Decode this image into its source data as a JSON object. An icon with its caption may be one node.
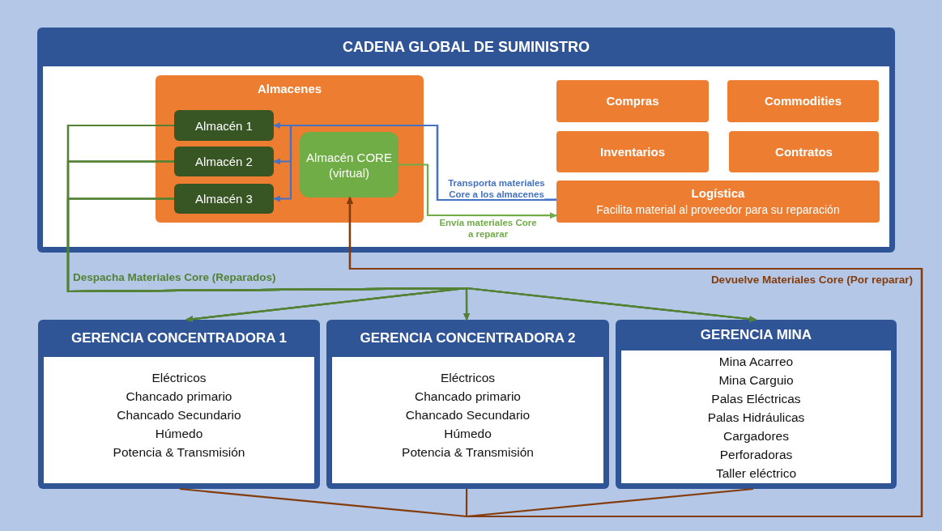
{
  "diagram": {
    "nodes": [
      {
        "text": [
          "CADENA GLOBAL DE SUMINISTRO"
        ]
      },
      {
        "text": [
          "Almacenes"
        ],
        "in": 0
      },
      {
        "text": [
          "Almacén 1"
        ],
        "in": 1
      },
      {
        "text": [
          "Almacén 2"
        ],
        "in": 1
      },
      {
        "text": [
          "Almacén 3"
        ],
        "in": 1
      },
      {
        "text": [
          "Almacén CORE (virtual)"
        ],
        "in": 1
      },
      {
        "text": [
          "Compras"
        ],
        "in": 0
      },
      {
        "text": [
          "Commodities"
        ],
        "in": 0
      },
      {
        "text": [
          "Inventarios"
        ],
        "in": 0
      },
      {
        "text": [
          "Contratos"
        ],
        "in": 0
      },
      {
        "text": [
          "Logística",
          "Facilita material al proveedor para su reparación"
        ],
        "in": 0
      },
      {
        "text": [
          "GERENCIA CONCENTRADORA 1",
          "Eléctricos",
          "Chancado primario",
          "Chancado Secundario",
          "Húmedo",
          "Potencia & Transmisión"
        ]
      },
      {
        "text": [
          "GERENCIA CONCENTRADORA 2",
          "Eléctricos",
          "Chancado primario",
          "Chancado Secundario",
          "Húmedo",
          "Potencia & Transmisión"
        ]
      },
      {
        "text": [
          "GERENCIA MINA",
          "Mina Acarreo",
          "Mina Carguio",
          "Palas Eléctricas",
          "Palas Hidráulicas",
          "Cargadores",
          "Perforadoras",
          "Taller eléctrico"
        ]
      }
    ],
    "edges": [
      {
        "from": 10,
        "to": 2,
        "arrow": "to",
        "label": "Transporta materiales Core a los almacenes",
        "color": "#4472c4"
      },
      {
        "from": 10,
        "to": 3,
        "arrow": "to",
        "color": "#4472c4"
      },
      {
        "from": 10,
        "to": 4,
        "arrow": "to",
        "color": "#4472c4"
      },
      {
        "from": 5,
        "to": 10,
        "arrow": "to",
        "label": "Envía materiales Core a reparar",
        "color": "#70ad47"
      },
      {
        "from": 2,
        "to": 11,
        "arrow": "to",
        "label": "Despacha Materiales Core (Reparados)"
      },
      {
        "from": 2,
        "to": 12,
        "arrow": "to"
      },
      {
        "from": 2,
        "to": 13,
        "arrow": "to"
      },
      {
        "from": 3,
        "to": 11,
        "arrow": "to"
      },
      {
        "from": 3,
        "to": 12,
        "arrow": "to"
      },
      {
        "from": 3,
        "to": 13,
        "arrow": "to"
      },
      {
        "from": 4,
        "to": 11,
        "arrow": "to"
      },
      {
        "from": 4,
        "to": 12,
        "arrow": "to"
      },
      {
        "from": 4,
        "to": 13,
        "arrow": "to"
      },
      {
        "from": 11,
        "to": 5,
        "arrow": "to",
        "label": "Devuelve Materiales Core (Por reparar)",
        "color": "#843c0c"
      },
      {
        "from": 12,
        "to": 5,
        "arrow": "to",
        "color": "#843c0c"
      },
      {
        "from": 13,
        "to": 5,
        "arrow": "to",
        "color": "#843c0c"
      }
    ]
  }
}
